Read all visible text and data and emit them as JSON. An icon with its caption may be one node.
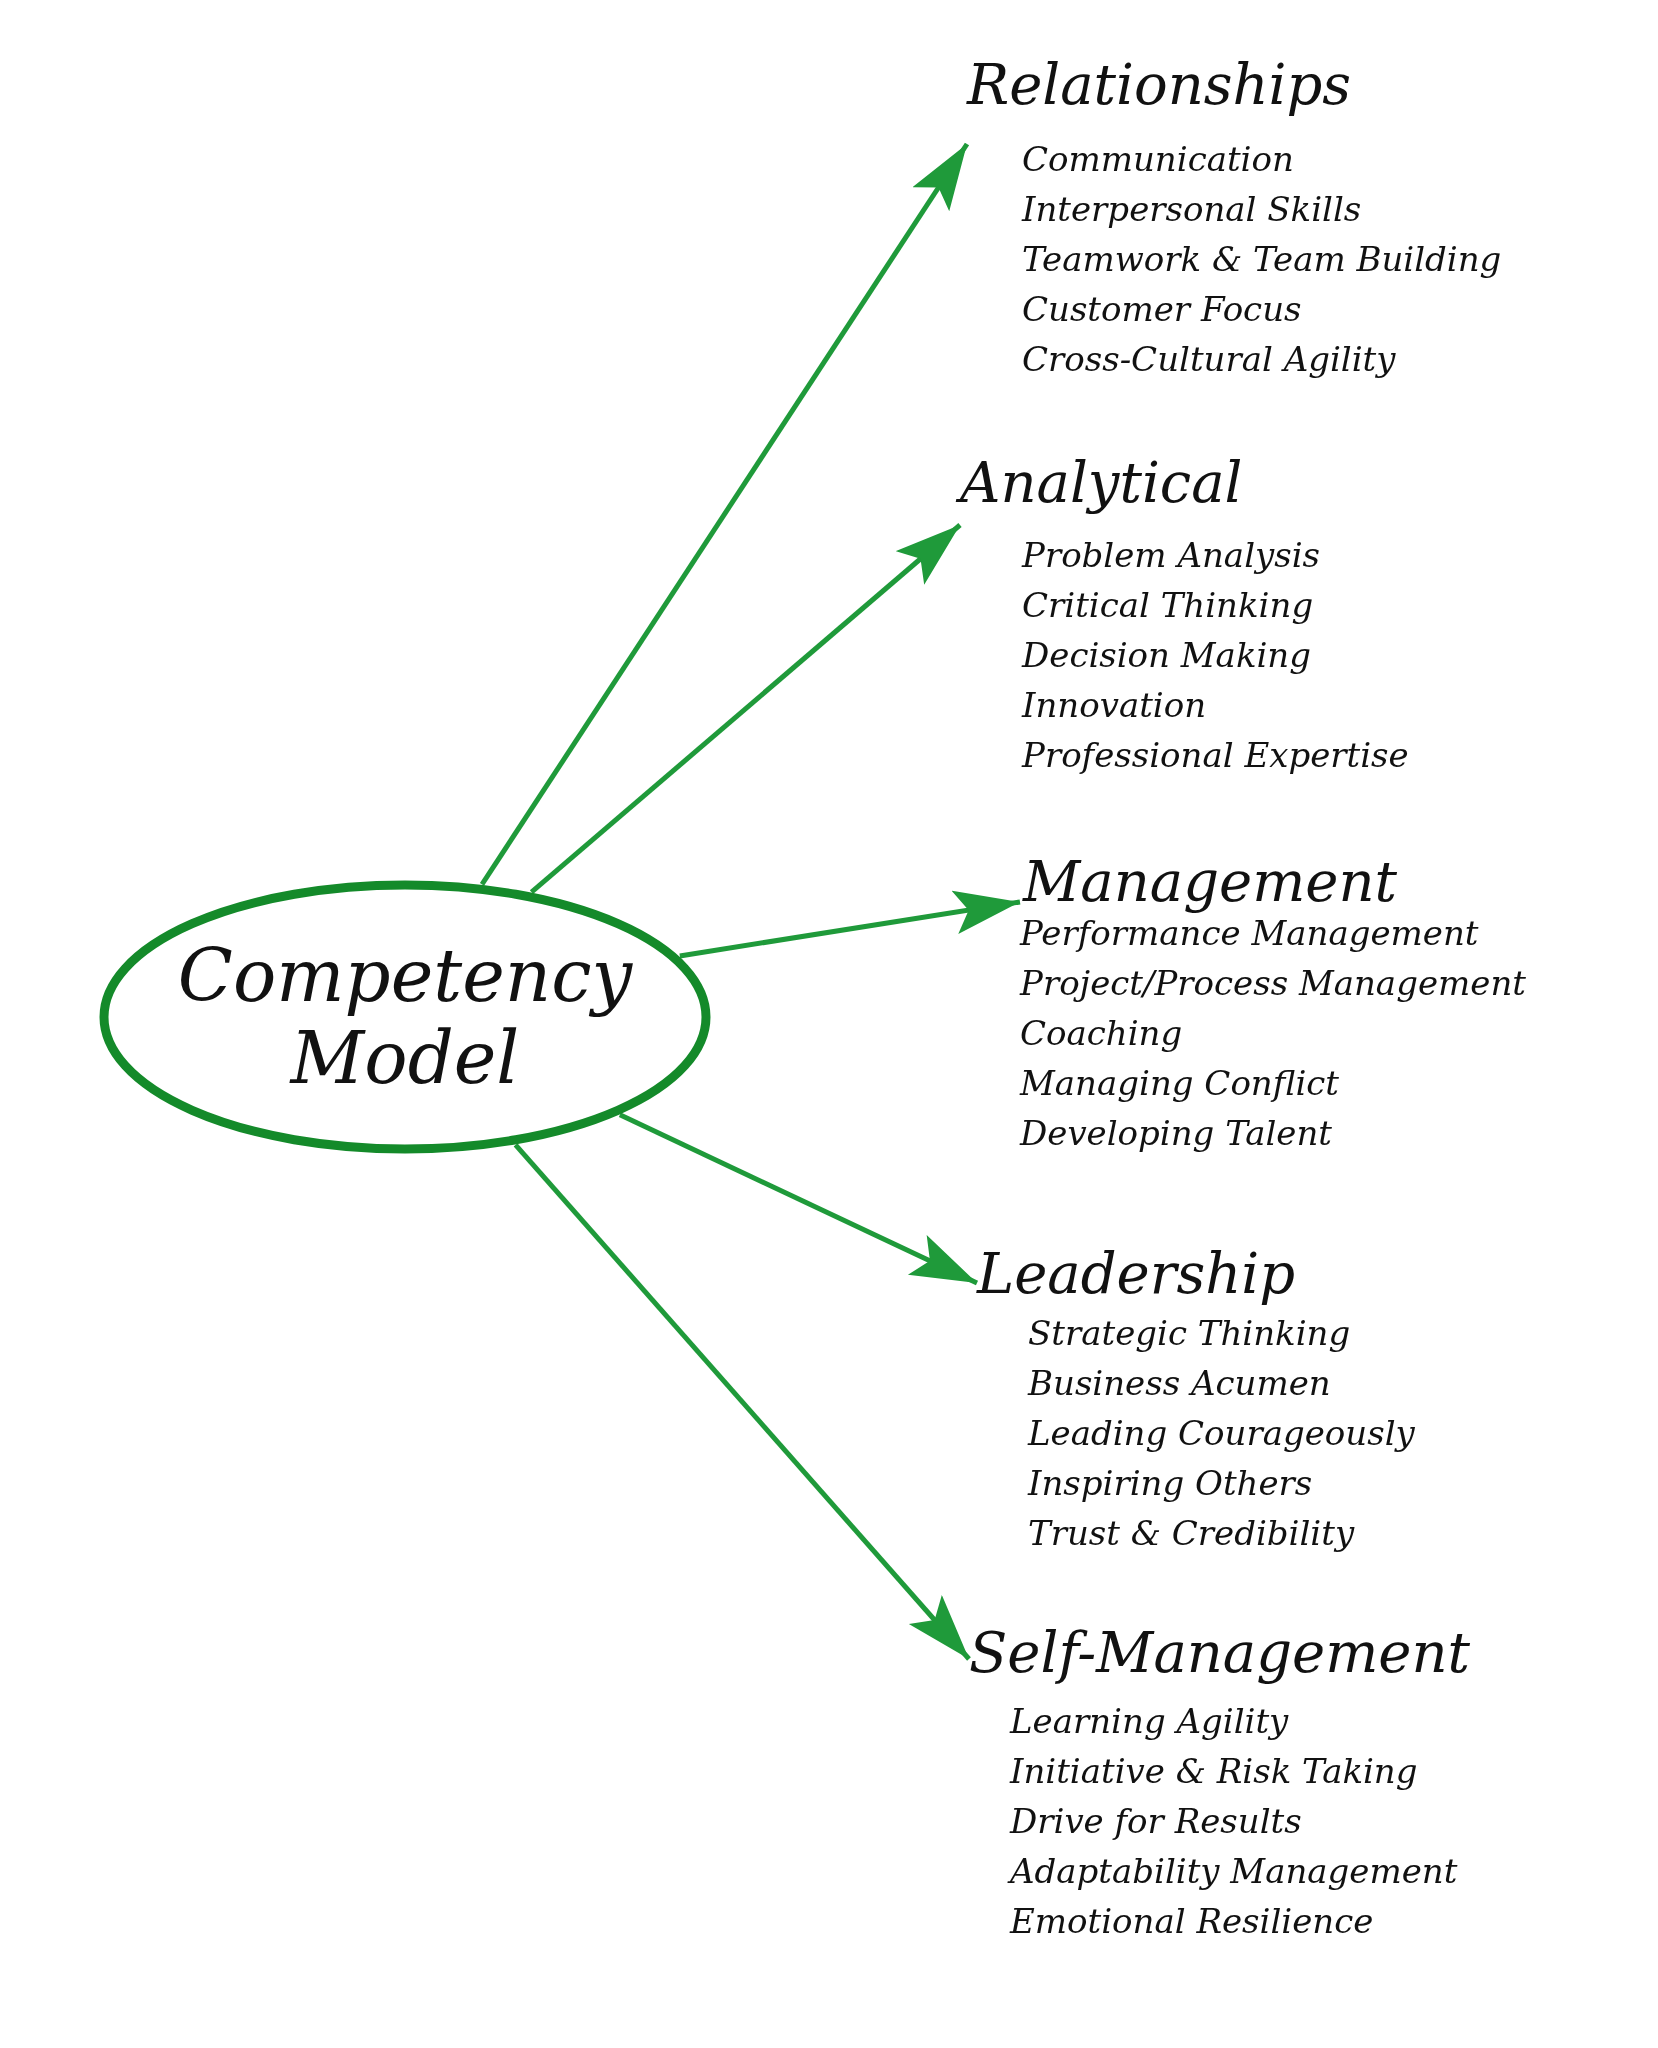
{
  "diagram": {
    "nodes": [
      {
        "text": [
          "Competency Model"
        ]
      },
      {
        "text": [
          "Relationships",
          "Communication",
          "Interpersonal Skills",
          "Teamwork & Team Building",
          "Customer Focus",
          "Cross-Cultural Agility"
        ]
      },
      {
        "text": [
          "Analytical",
          "Problem Analysis",
          "Critical Thinking",
          "Decision Making",
          "Innovation",
          "Professional Expertise"
        ]
      },
      {
        "text": [
          "Management",
          "Performance Management",
          "Project/Process Management",
          "Coaching",
          "Managing Conflict",
          "Developing Talent"
        ]
      },
      {
        "text": [
          "Leadership",
          "Strategic Thinking",
          "Business Acumen",
          "Leading Courageously",
          "Inspiring Others",
          "Trust & Credibility"
        ]
      },
      {
        "text": [
          "Self-Management",
          "Learning Agility",
          "Initiative & Risk Taking",
          "Drive for Results",
          "Adaptability Management",
          "Emotional Resilience"
        ]
      }
    ],
    "edges": [
      {
        "from": 0,
        "to": 1,
        "arrow": "to"
      },
      {
        "from": 0,
        "to": 2,
        "arrow": "to"
      },
      {
        "from": 0,
        "to": 3,
        "arrow": "to"
      },
      {
        "from": 0,
        "to": 4,
        "arrow": "to"
      },
      {
        "from": 0,
        "to": 5,
        "arrow": "to"
      }
    ]
  }
}
